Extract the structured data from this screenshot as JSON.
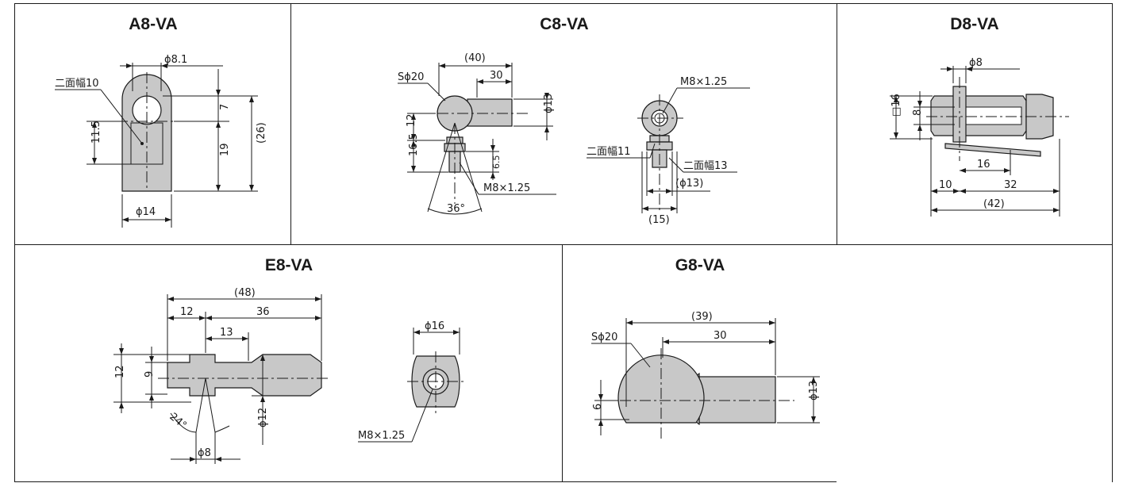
{
  "panels": {
    "a8": {
      "title": "A8-VA",
      "phi81": "ϕ8.1",
      "flat10": "二面幅10",
      "d7": "7",
      "d115": "11.5",
      "d19": "19",
      "d26": "(26)",
      "phi14": "ϕ14"
    },
    "c8": {
      "title": "C8-VA",
      "d40": "(40)",
      "d30": "30",
      "sphi20": "Sϕ20",
      "phi13": "ϕ13",
      "d12": "12",
      "d165": "16.5",
      "d65": "6.5",
      "m8a": "M8×1.25",
      "deg36": "36°",
      "m8b": "M8×1.25",
      "flat11": "二面幅11",
      "flat13": "二面幅13",
      "phi13p": "(ϕ13)",
      "d15": "(15)"
    },
    "d8": {
      "title": "D8-VA",
      "phi8": "ϕ8",
      "sq16": "□16",
      "d8": "8",
      "d16": "16",
      "d10": "10",
      "d32": "32",
      "d42": "(42)"
    },
    "e8": {
      "title": "E8-VA",
      "d48": "(48)",
      "d12top": "12",
      "d36": "36",
      "d13": "13",
      "d12left": "12",
      "d9": "9",
      "deg24": "24°",
      "phi12": "ϕ12",
      "phi8": "ϕ8",
      "phi16": "ϕ16",
      "m8": "M8×1.25"
    },
    "g8": {
      "title": "G8-VA",
      "d39": "(39)",
      "d30": "30",
      "sphi20": "Sϕ20",
      "d6": "6",
      "phi13": "ϕ13"
    }
  }
}
